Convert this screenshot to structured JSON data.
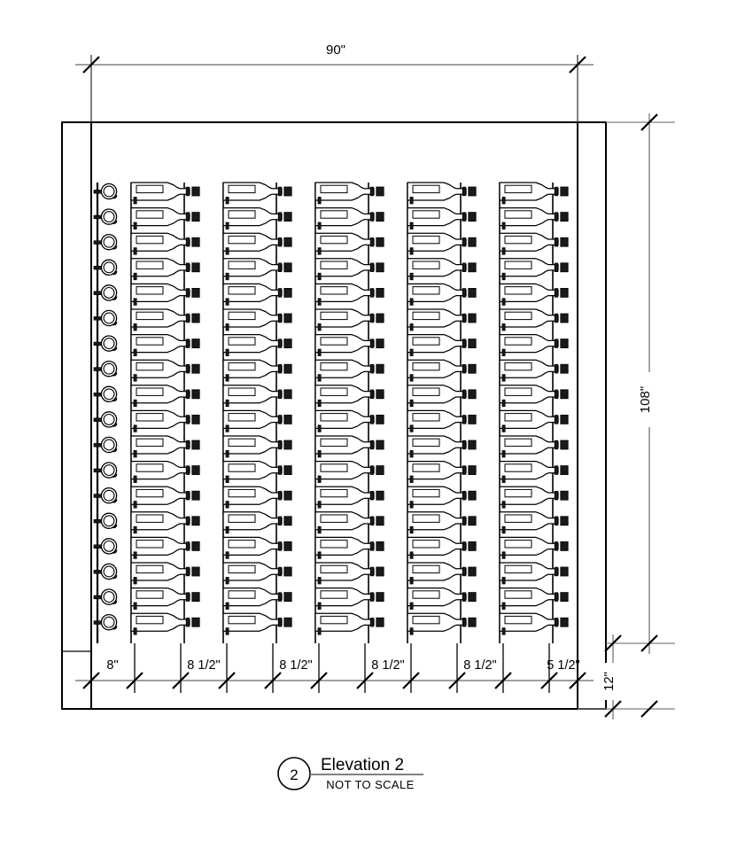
{
  "drawing": {
    "title": "Elevation 2",
    "subtitle": "NOT TO SCALE",
    "detail_number": "2",
    "overall_width_label": "90\"",
    "overall_height_label": "108\"",
    "base_height_label": "12\"",
    "bottom_dimensions": [
      {
        "label": "8\""
      },
      {
        "label": "8 1/2\""
      },
      {
        "label": "8 1/2\""
      },
      {
        "label": "8 1/2\""
      },
      {
        "label": "8 1/2\""
      },
      {
        "label": "5 1/2\""
      }
    ],
    "colors": {
      "line": "#000000",
      "dim_line": "#808080",
      "fill": "#ffffff",
      "cap": "#1a1a1a"
    },
    "rack": {
      "rows": 18,
      "end_view_columns": 1,
      "side_view_columns": 5,
      "bottles_per_side_column": 18
    }
  }
}
